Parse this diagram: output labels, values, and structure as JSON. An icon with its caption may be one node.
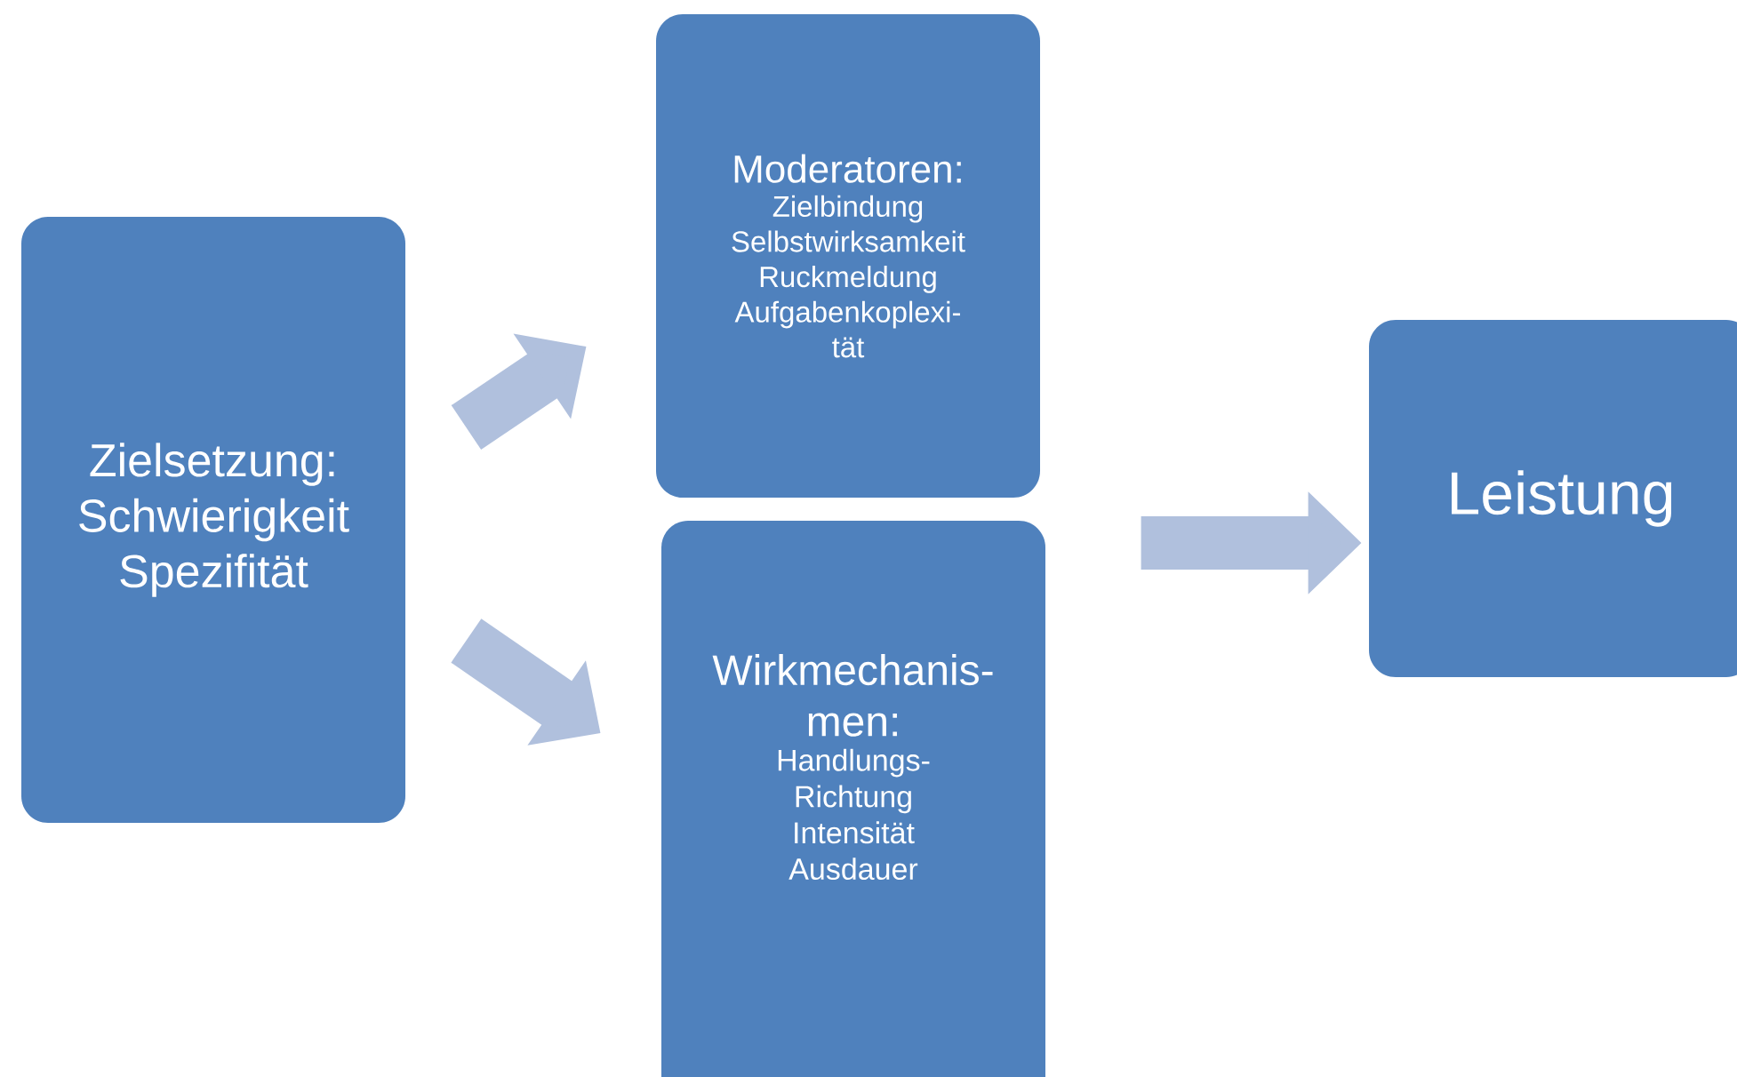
{
  "diagram": {
    "nodes": [
      {
        "text": [
          "Zielsetzung: Schwierigkeit Spezifität"
        ]
      },
      {
        "text": [
          "Moderatoren:",
          "Zielbindung Selbstwirksamkeit Ruckmeldung Aufgabenkoplexi- tät"
        ]
      },
      {
        "text": [
          "Wirkmechanis- men:",
          "Handlungs- Richtung Intensität Ausdauer"
        ]
      },
      {
        "text": [
          "Leistung"
        ]
      }
    ],
    "edges": [
      {
        "from": 0,
        "to": 1,
        "arrow": "to"
      },
      {
        "from": 0,
        "to": 2,
        "arrow": "to"
      },
      {
        "from": null,
        "to": 3,
        "arrow": "to"
      }
    ]
  }
}
